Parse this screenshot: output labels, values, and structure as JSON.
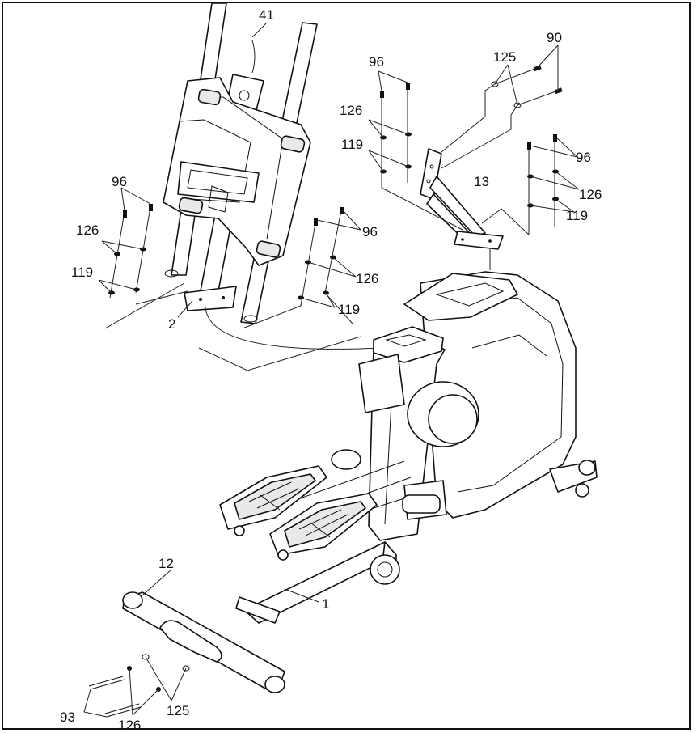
{
  "diagram": {
    "callouts": {
      "c41": "41",
      "c90": "90",
      "c96_top": "96",
      "c125_top": "125",
      "c126_top": "126",
      "c119_top": "119",
      "c13": "13",
      "c96_right": "96",
      "c126_right": "126",
      "c119_right": "119",
      "c96_left": "96",
      "c126_left": "126",
      "c119_left": "119",
      "c96_mid": "96",
      "c126_mid": "126",
      "c119_mid": "119",
      "c2": "2",
      "c12": "12",
      "c1": "1",
      "c93": "93",
      "c126_bottom": "126",
      "c125_bottom": "125"
    }
  }
}
